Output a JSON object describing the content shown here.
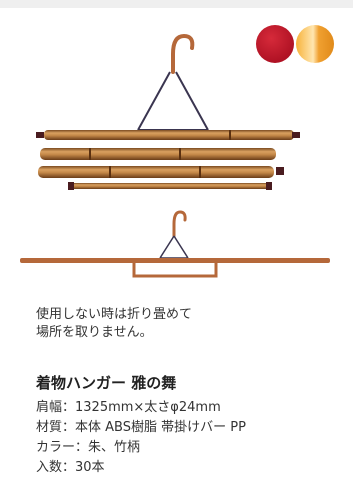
{
  "product": {
    "note": "使用しない時は折り畳めて\n場所を取りません。",
    "title": "着物ハンガー 雅の舞",
    "specs": [
      "肩幅：1325mm×太さφ24mm",
      "材質：本体 ABS樹脂 帯掛けバー PP",
      "カラー：朱、竹柄",
      "入数：30本"
    ]
  },
  "colors": {
    "swatch_red": "#c0182a",
    "swatch_gold": "#f0a030",
    "bamboo": "#b87a3a",
    "cord": "#3a3550",
    "hook": "#b5683a"
  },
  "icons": {
    "hook": "hanger-hook-icon"
  }
}
